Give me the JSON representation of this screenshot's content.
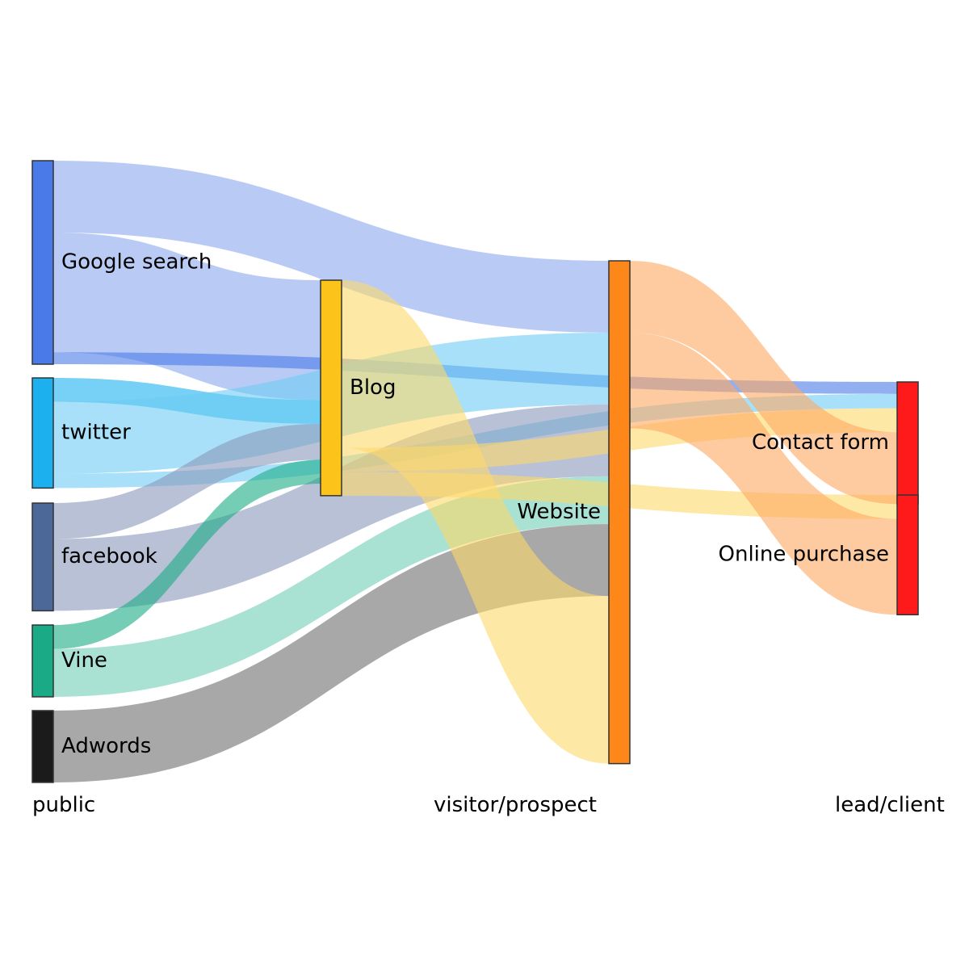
{
  "chart_data": {
    "type": "sankey",
    "stages": [
      "public",
      "visitor/prospect",
      "lead/client"
    ],
    "nodes": [
      {
        "id": "google",
        "label": "Google search",
        "stage": 0,
        "color": "#4a7ae8"
      },
      {
        "id": "twitter",
        "label": "twitter",
        "stage": 0,
        "color": "#1cb0ef"
      },
      {
        "id": "facebook",
        "label": "facebook",
        "stage": 0,
        "color": "#4c6899"
      },
      {
        "id": "vine",
        "label": "Vine",
        "stage": 0,
        "color": "#1aab86"
      },
      {
        "id": "adwords",
        "label": "Adwords",
        "stage": 0,
        "color": "#1b1b1b"
      },
      {
        "id": "blog",
        "label": "Blog",
        "stage": 1,
        "color": "#fcc41a"
      },
      {
        "id": "website",
        "label": "Website",
        "stage": 1,
        "color": "#fe871a"
      },
      {
        "id": "contact",
        "label": "Contact form",
        "stage": 2,
        "color": "#fe1a1a"
      },
      {
        "id": "online",
        "label": "Online purchase",
        "stage": 2,
        "color": "#fe1a1a"
      }
    ],
    "links": [
      {
        "source": "google",
        "target": "website",
        "value": 30,
        "color": "#8aa8ee"
      },
      {
        "source": "google",
        "target": "blog",
        "value": 50,
        "color": "#8aa8ee"
      },
      {
        "source": "google",
        "target": "contact",
        "value": 5,
        "color": "#4a7ae8"
      },
      {
        "source": "twitter",
        "target": "blog",
        "value": 10,
        "color": "#1cb0ef"
      },
      {
        "source": "twitter",
        "target": "website",
        "value": 30,
        "color": "#6ccbf3"
      },
      {
        "source": "twitter",
        "target": "contact",
        "value": 6,
        "color": "#6ccbf3"
      },
      {
        "source": "facebook",
        "target": "blog",
        "value": 15,
        "color": "#8898ba"
      },
      {
        "source": "facebook",
        "target": "website",
        "value": 30,
        "color": "#8898ba"
      },
      {
        "source": "vine",
        "target": "blog",
        "value": 10,
        "color": "#1aab86"
      },
      {
        "source": "vine",
        "target": "website",
        "value": 20,
        "color": "#6fcfb4"
      },
      {
        "source": "adwords",
        "target": "website",
        "value": 30,
        "color": "#6e6e6e"
      },
      {
        "source": "blog",
        "target": "website",
        "value": 70,
        "color": "#fdd86a"
      },
      {
        "source": "blog",
        "target": "contact",
        "value": 10,
        "color": "#fdd86a"
      },
      {
        "source": "blog",
        "target": "online",
        "value": 10,
        "color": "#fdd86a"
      },
      {
        "source": "website",
        "target": "contact",
        "value": 30,
        "color": "#fea962"
      },
      {
        "source": "website",
        "target": "online",
        "value": 40,
        "color": "#fea962"
      }
    ]
  }
}
